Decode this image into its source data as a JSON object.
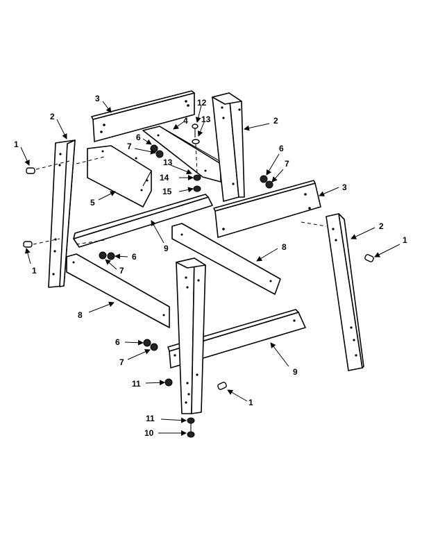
{
  "callouts": {
    "c_2_left": "2",
    "c_1_topleft": "1",
    "c_3_top": "3",
    "c_4": "4",
    "c_12": "12",
    "c_13_top": "13",
    "c_2_top": "2",
    "c_6_upper": "6",
    "c_7_upper": "7",
    "c_13_mid": "13",
    "c_14": "14",
    "c_15": "15",
    "c_5": "5",
    "c_6_right": "6",
    "c_7_right": "7",
    "c_3_right": "3",
    "c_2_right": "2",
    "c_1_right": "1",
    "c_1_left": "1",
    "c_9_upper": "9",
    "c_8_right": "8",
    "c_6_mid": "6",
    "c_7_mid": "7",
    "c_8_left": "8",
    "c_6_lower": "6",
    "c_7_lower": "7",
    "c_9_lower": "9",
    "c_11_upper": "11",
    "c_1_lower": "1",
    "c_11_lower": "11",
    "c_10": "10"
  }
}
